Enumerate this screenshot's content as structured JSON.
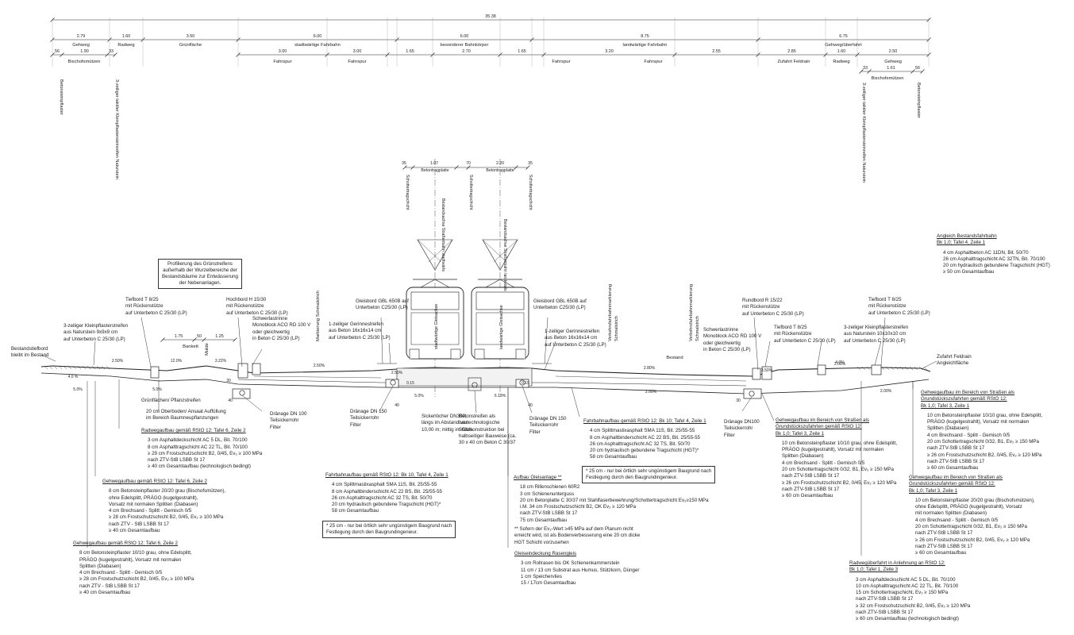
{
  "dimensions": {
    "total": "35.38",
    "top_level": [
      "2.79",
      "1.60",
      "3.50",
      "6.00",
      "6.00",
      "8.75",
      "6.75"
    ],
    "top_names": [
      "Gehweg",
      "Radweg",
      "Grünfläche",
      "stadtwärtige Fahrbahn",
      "besonderer Bahnkörper",
      "landwärtige Fahrbahn",
      "Gehweg/überfahrt"
    ],
    "left_mid": [
      "56",
      "1.90",
      "33"
    ],
    "left_mid_name": "Bischofsmützen",
    "lanes_nums": [
      "3.00",
      "3.00",
      "1.65",
      "2.70",
      "1.65",
      "3.20",
      "2.55",
      "2.85",
      "1.60",
      "2.50"
    ],
    "lanes_names": [
      "Fahrspur",
      "Fahrspur",
      "Fahrspur",
      "Fahrspur",
      "Zufahrt Feldrain",
      "Radweg",
      "Gehweg"
    ],
    "right_low": [
      "33",
      "1.61",
      "56"
    ],
    "right_low_name": "Bischofsmützen",
    "vertical_left": [
      "Betonsteinpflaster",
      "3-zeiliger taktiler Kleinpflastersteinreifen Naturstein"
    ],
    "vertical_right": [
      "3-zeiliger taktiler Kleinpflastersteinreifen Naturstein",
      "Betonsteinpflaster"
    ],
    "track": [
      "35",
      "1.07",
      "70",
      "2.20",
      "35"
    ],
    "track_labels": [
      "Betontragplatte",
      "Betontragplatte"
    ],
    "track_vert": [
      "Schottertragschicht",
      "Schottertragschicht",
      "Schottertragschicht",
      "Bestandsachse Straßenbahn stadtwärts",
      "Bestandsachse Straßenbahn landwärts"
    ]
  },
  "profile_box": [
    "Profilierung des Grünstreifens",
    "außerhalb der Wurzelbereiche der",
    "Bestandsbäume zur Entwässerung",
    "der Nebenanlagen."
  ],
  "labels": {
    "bestandstiefbord": [
      "Bestandstiefbord",
      "bleibt im Bestand"
    ],
    "klein_left": [
      "3-zeiliger Kleinpflasterstreifen",
      "aus Naturstein 9x9x9 cm",
      "auf Unterbeton C 25/30 (LP)"
    ],
    "tiefbord_left": [
      "Tiefbord T 8/25",
      "mit Rückenstütze",
      "auf Unterbeton C 25/30 (LP)"
    ],
    "hochbord": [
      "Hochbord H 15/30",
      "mit Rückenstütze",
      "auf Unterbeton C 25/30 (LP)"
    ],
    "schwerlast_left": [
      "Schwerlastrinne",
      "Monoblock ACO RD 100 V",
      "oder gleichwertig",
      "in Beton C 25/30 (LP)"
    ],
    "markierung": "Markierung Schmalstrich",
    "bankett": "Bankett",
    "mulde": "Mulde",
    "bankett_dims": [
      "1.75",
      "50",
      "1.25"
    ],
    "gleisbord_left": [
      "Gleisbord GBL 650B auf",
      "Unterbeton C25/30 (LP)"
    ],
    "gleisbord_right": [
      "Gleisbord GBL 650B auf",
      "Unterbeton C25/30 (LP)"
    ],
    "gerinne_left": [
      "1-zeiliger Gerinnestreifen",
      "aus Beton 16x16x14 cm",
      "auf Unterbeton C 25/30 (LP)"
    ],
    "gerinne_right": [
      "1-zeiliger Gerinnestreifen",
      "aus Beton 16x16x14 cm",
      "auf Unterbeton C 25/30 (LP)"
    ],
    "tram_left": "stadtwärtige Gleisachse",
    "tram_right": "landwärtige Gleisachse",
    "verkehr1": [
      "Verkehrsfahrbahnmarkierung",
      "Schmalstrich"
    ],
    "verkehr2": [
      "Verkehrsfahrbahnmarkierung",
      "Schmalstrich"
    ],
    "rundbord": [
      "Rundbord R 15/22",
      "mit Rückenstütze",
      "auf Unterbeton C 25/30 (LP)"
    ],
    "schwerlast_right": [
      "Schwerlastrinne",
      "Monoblock ACO RD 100 V",
      "oder gleichwertig",
      "in Beton C 25/30 (LP)"
    ],
    "tiefbord_mid_right": [
      "Tiefbord T 8/25",
      "mit Rückenstütze",
      "auf Unterbeton C 25/30 (LP)"
    ],
    "klein_right": [
      "3-zeiliger Kleinpflasterstreifen",
      "aus Naturstein 10x10x10 cm",
      "auf Unterbeton C 25/30 (LP)"
    ],
    "tiefbord_right": [
      "Tiefbord T 8/25",
      "mit Rückenstütze",
      "auf Unterbeton C 25/30 (LP)"
    ],
    "zufahrt": [
      "Zufahrt Feldrain",
      "Angleichfläche"
    ],
    "bestand": "Bestand",
    "gruenflaechen": "Grünflächen/ Pflanzstreifen",
    "drainage_left": [
      "Dränage DN 100",
      "Teilsickerrohr",
      "Filter"
    ],
    "drainage_150_left": [
      "Dränage DN 150",
      "Teilsickerrohr",
      "Filter"
    ],
    "drainage_150_right": [
      "Dränage DN 150",
      "Teilsickerrohr",
      "Filter"
    ],
    "drainage_right": [
      "Dränage DN100",
      "Teilsickerrohr",
      "Filter"
    ],
    "sicker": [
      "Sickerlöcher DN300,",
      "längs im Abstand von",
      "10,00 m; mittig im Gleis"
    ],
    "betonstreifen": [
      "Betonstreifen als",
      "bautechnologische",
      "Stützkonstruktion bei",
      "halbseitiger Bauweise (ca.",
      "30 x 40 cm Beton C 30/37"
    ],
    "slopes": [
      "4.0 %",
      "2.50%",
      "12.0%",
      "3.22%",
      "2.50%",
      "2.50%",
      "2.80%",
      "2.00%",
      "5.0%",
      "5.0%",
      "5.0%",
      "6.19%",
      "3.50%",
      "2.00%",
      "2.00%",
      "4.0%"
    ],
    "small_dims": [
      "0.15",
      "0.15",
      "40",
      "40",
      "40",
      "30",
      "30"
    ]
  },
  "notes": {
    "gruen": {
      "lines": [
        "20 cm Oberboden/ Ansaat Auffüllung",
        "im Bereich Baumneupflanzungen"
      ]
    },
    "radweg_left": {
      "title": "Radwegaufbau gemäß RStO 12: Tafel 6, Zeile 2",
      "lines": [
        "3 cm Asphaltdeckschicht AC 5 DL, Bit. 70/100",
        "8 cm Asphalttragschicht AC 22 TL, Bit. 70/100",
        "≥ 29 cm Frostschutzschicht B2, 0/45, Ev₂ ≥ 100 MPa",
        "nach ZTV-StB LSBB St 17",
        "≥ 40 cm Gesamtaufbau (technologisch bedingt)"
      ]
    },
    "gehweg_left": {
      "title": "Gehwegaufbau gemäß RStO 12: Tafel 6, Zeile 2",
      "lines": [
        "8 cm Betonsteinpflaster 20/20 grau (Bischofsmützen),",
        "ohne Edelsplitt, PRÄGO (kugelgestrahlt),",
        "Vorsatz mit normalen Splitten (Diabasen)",
        "4 cm Brechsand - Splitt - Gemisch 0/5",
        "≥ 28 cm Frostschutzschicht B2, 0/45, Ev₂ ≥ 100 MPa",
        "nach ZTV - StB LSBB St 17",
        "≥ 40 cm Gesamtaufbau"
      ]
    },
    "gehweg_left2": {
      "title": "Gehwegaufbau gemäß RStO 12: Tafel 6, Zeile 2",
      "lines": [
        "8 cm Betonsteinpflaster 10/10 grau, ohne Edelsplitt,",
        "PRÄGO (kugelgestrahlt), Vorsatz mit normalen",
        "Splitten (Diabasen)",
        "4 cm Brechsand - Splitt - Gemisch 0/5",
        "≥ 28 cm Frostschutzschicht B2, 0/45, Ev₂ ≥ 100 MPa",
        "nach ZTV - StB LSBB St 17",
        "≥ 40 cm Gesamtaufbau"
      ]
    },
    "fahrbahn_left": {
      "title": "Fahrbahnaufbau gemäß RStO 12: Bk 10; Tafel 4, Zeile 1",
      "lines": [
        "4 cm Splittmastixasphalt SMA 11S, Bit. 25/55-55",
        "8 cm Asphaltbinderschicht AC 22 BS, Bit. 25/55-55",
        "26 cm Asphalttragschicht AC 32 TS, Bit. 50/70",
        "20 cm hydraulisch gebundene Tragschicht (HGT)*",
        "58 cm Gesamtaufbau"
      ],
      "box": [
        "* 25 cm - nur bei örtlich sehr ungünstigem Baugrund nach",
        "Festlegung durch den Baugrundingenieur."
      ]
    },
    "gleis": {
      "title": "Aufbau Gleisanlage **",
      "lines": [
        "18 cm Rillenschienen 60R2",
        "3 cm Schienenunterguss",
        "20 cm Betonplatte C 30/37 mit Stahlfaserbewehrung/Schottertragschicht Ev₂≥150 MPa",
        "i.M. 34 cm Frostschutzschicht B2, OK Ev₂ ≥ 120 MPa",
        "nach ZTV-StB LSBB St 17",
        "75 cm Gesamtaufbau"
      ],
      "note": [
        "** Sofern der Ev₂-Wert ≥45 MPa auf dem Planum nicht",
        "erreicht wird, ist als Bodenverbesserung eine 20 cm dicke",
        "HGT Schicht vorzusehen"
      ]
    },
    "rasen": {
      "title": "Gleiseindeckung Rasengleis",
      "lines": [
        "3 cm Rollrasen bis OK Schienenkammerstein",
        "11 cm / 13 cm Substrat aus Humus, Stützkorn, Dünger",
        "1 cm Speichervlies",
        "15 / 17cm Gesamtaufbau"
      ]
    },
    "fahrbahn_right": {
      "title": "Fahrbahnaufbau gemäß RStO 12: Bk 10; Tafel 4, Zeile 1",
      "lines": [
        "4 cm Splittmastixasphalt SMA 11S, Bit. 25/55-55",
        "8 cm Asphaltbinderschicht AC 22 BS, Bit. 25/55-55",
        "26 cm Asphalttragschicht AC 32 TS, Bit. 50/70",
        "20 cm hydraulisch gebundene Tragschicht (HGT)*",
        "58 cm Gesamtaufbau"
      ],
      "box": [
        "* 25 cm - nur bei örtlich sehr ungünstigem Baugrund nach",
        "Festlegung durch den Baugrundingenieur."
      ]
    },
    "gehweg_right": {
      "title": [
        "Gehwegaufbau im Bereich von Straßen als",
        "Grundstückszufahrten gemäß RStO 12:",
        "Bk 1,0; Tafel 3, Zeile 1"
      ],
      "lines": [
        "10 cm Betonsteinpflaster 10/10 grau, ohne Edelsplitt,",
        "PRÄGO (kugelgestrahlt), Vorsatz mit normalen",
        "Splitten (Diabasen)",
        "4 cm Brechsand - Splitt - Gemisch 0/5",
        "20 cm Schottertragschicht 0/32, B1, Ev₂ ≥ 150 MPa",
        "nach ZTV-StB LSBB St 17",
        "≥ 26 cm Frostschutzschicht B2, 0/45, Ev₂ ≥ 120 MPa",
        "nach ZTV-StB LSBB St 17",
        "≥ 60 cm Gesamtaufbau"
      ]
    },
    "angleich": {
      "title": [
        "Angleich Bestandsfahrbahn",
        "Bk 1,0; Tafel 4, Zeile 1"
      ],
      "lines": [
        "4 cm Asphaltbeton AC 11DN, Bit. 50/70",
        "26 cm Asphalttragschicht AC 32TN, Bit. 70/100",
        "20 cm hydraulisch gebundene Tragschicht (HGT)",
        "≥ 50 cm Gesamtaufbau"
      ]
    },
    "gehweg_far1": {
      "title": [
        "Gehwegaufbau im Bereich von Straßen als",
        "Grundstückszufahrten gemäß RStO 12:",
        "Bk 1,0; Tafel 3, Zeile 1"
      ],
      "lines": [
        "10 cm Betonsteinpflaster 10/10 grau, ohne Edelsplitt,",
        "PRÄGO (kugelgestrahlt), Vorsatz mit normalen",
        "Splitten (Diabasen)",
        "4 cm Brechsand - Splitt - Gemisch 0/5",
        "20 cm Schottertragschicht 0/32, B1, Ev₂ ≥ 150 MPa",
        "nach ZTV-StB LSBB St 17",
        "≥ 26 cm Frostschutzschicht B2, 0/45, Ev₂ ≥ 120 MPa",
        "nach ZTV-StB LSBB St 17",
        "≥ 60 cm Gesamtaufbau"
      ]
    },
    "gehweg_far2": {
      "title": [
        "Gehwegaufbau im Bereich von Straßen als",
        "Grundstückszufahrten gemäß RStO 12:",
        "Bk 1,0; Tafel 3, Zeile 1"
      ],
      "lines": [
        "10 cm Betonsteinpflaster 20/20 grau (Bischofsmützen),",
        "ohne Edelsplitt, PRÄGO (kugelgestrahlt), Vorsatz",
        "mit normalen Splitten (Diabasen)",
        "4 cm Brechsand - Splitt - Gemisch 0/5",
        "20 cm Schottertragschicht 0/32, B1, Ev₂ ≥ 150 MPa",
        "nach ZTV-StB LSBB St 17",
        "≥ 26 cm Frostschutzschicht B2, 0/45, Ev₂ ≥ 120 MPa",
        "nach ZTV-StB LSBB St 17",
        "≥ 60 cm Gesamtaufbau"
      ]
    },
    "radweg_right": {
      "title": [
        "Radwegüberfahrt in Anlehnung an RStO 12:",
        "Bk 1,0; Tafel 1, Zeile 3"
      ],
      "lines": [
        "3 cm Asphaltdeckschicht AC 5 DL, Bit. 70/100",
        "10 cm Asphalttragschicht AC 22 TL, Bit. 70/100",
        "15 cm Schottertragschicht, Ev₂ ≥ 150 MPa",
        "nach ZTV-StB LSBB St 17",
        "≥ 32 cm Frostschutzschicht B2, 0/45, Ev₂ ≥ 120 MPa",
        "nach ZTV-StB LSBB St 17",
        "≥ 60 cm Gesamtaufbau (technologisch bedingt)"
      ]
    }
  },
  "colors": {
    "line": "#222222",
    "light": "#888888",
    "fill": "#f2f2f2"
  }
}
